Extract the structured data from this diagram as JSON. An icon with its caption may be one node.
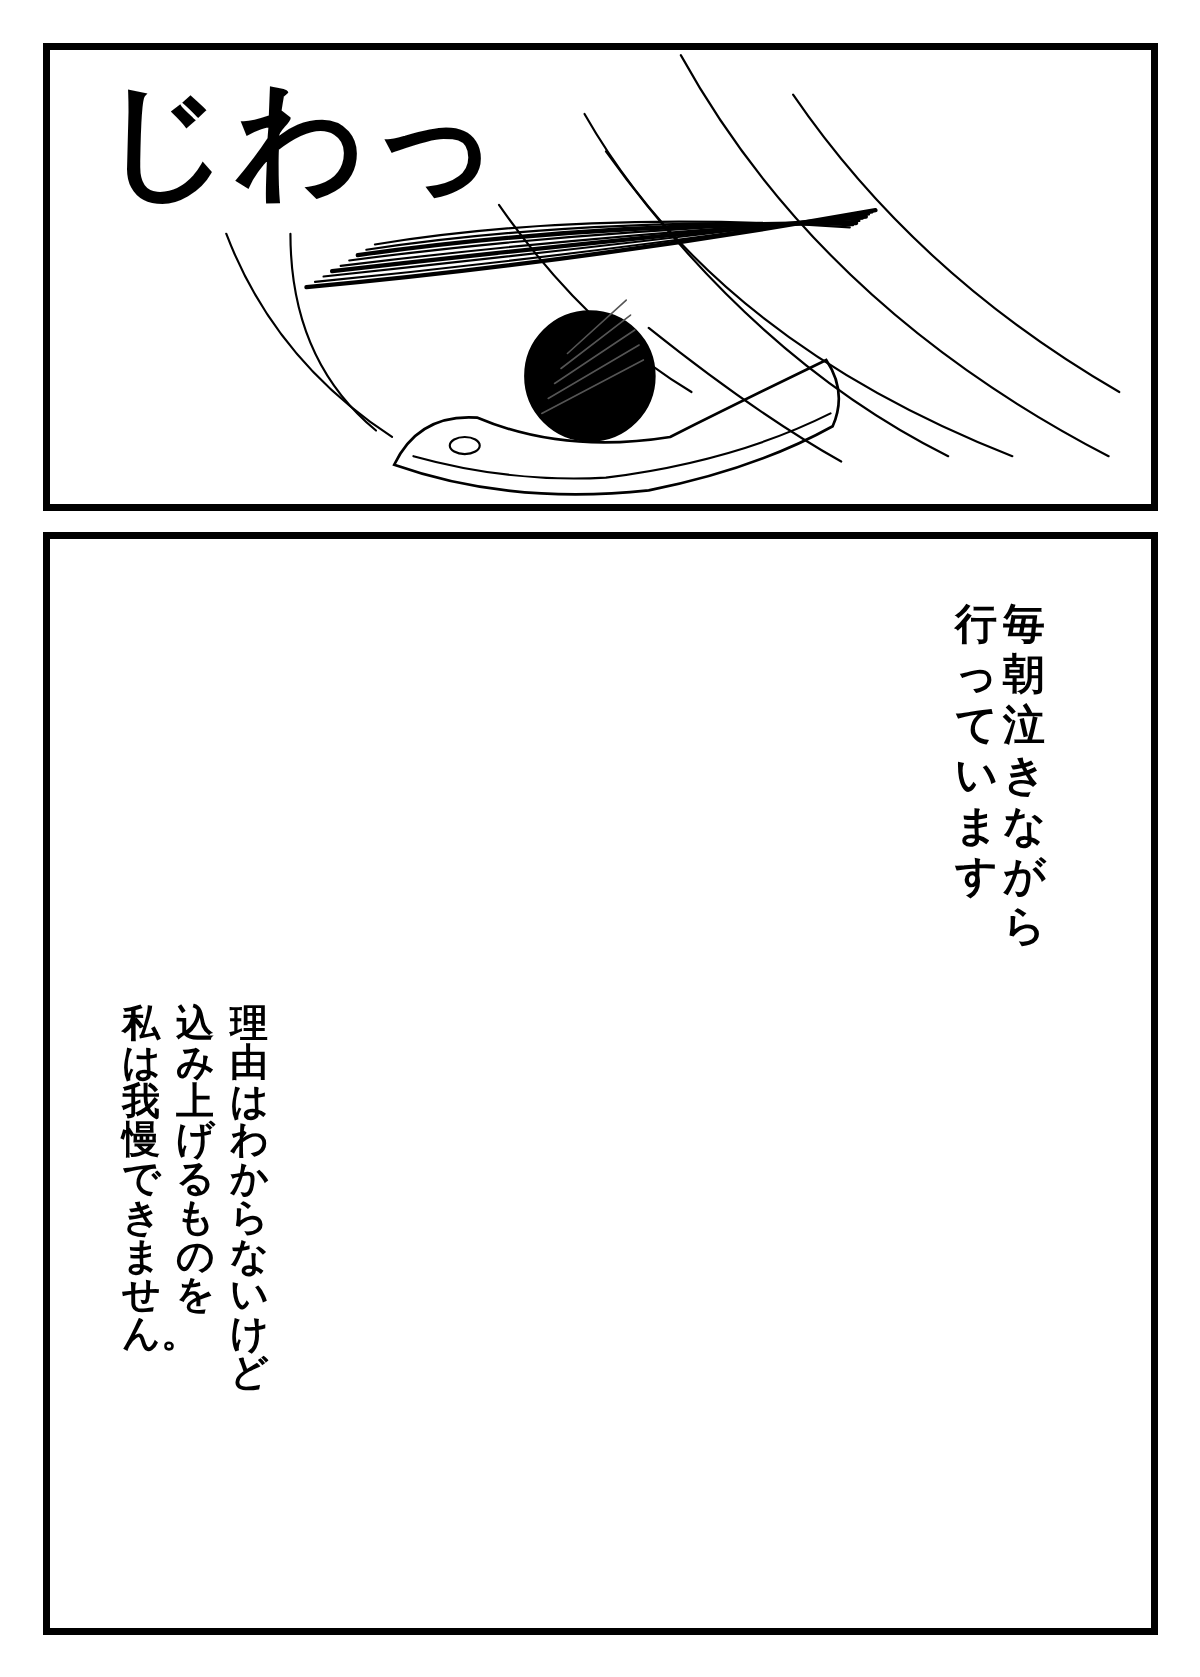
{
  "diagram": {
    "nodes": [
      {
        "text": [
          "じわっ"
        ]
      },
      {
        "text": [
          "毎朝泣きながら行っています",
          "理由はわからないけど込み上げるものを私は我慢できません。"
        ]
      }
    ]
  }
}
